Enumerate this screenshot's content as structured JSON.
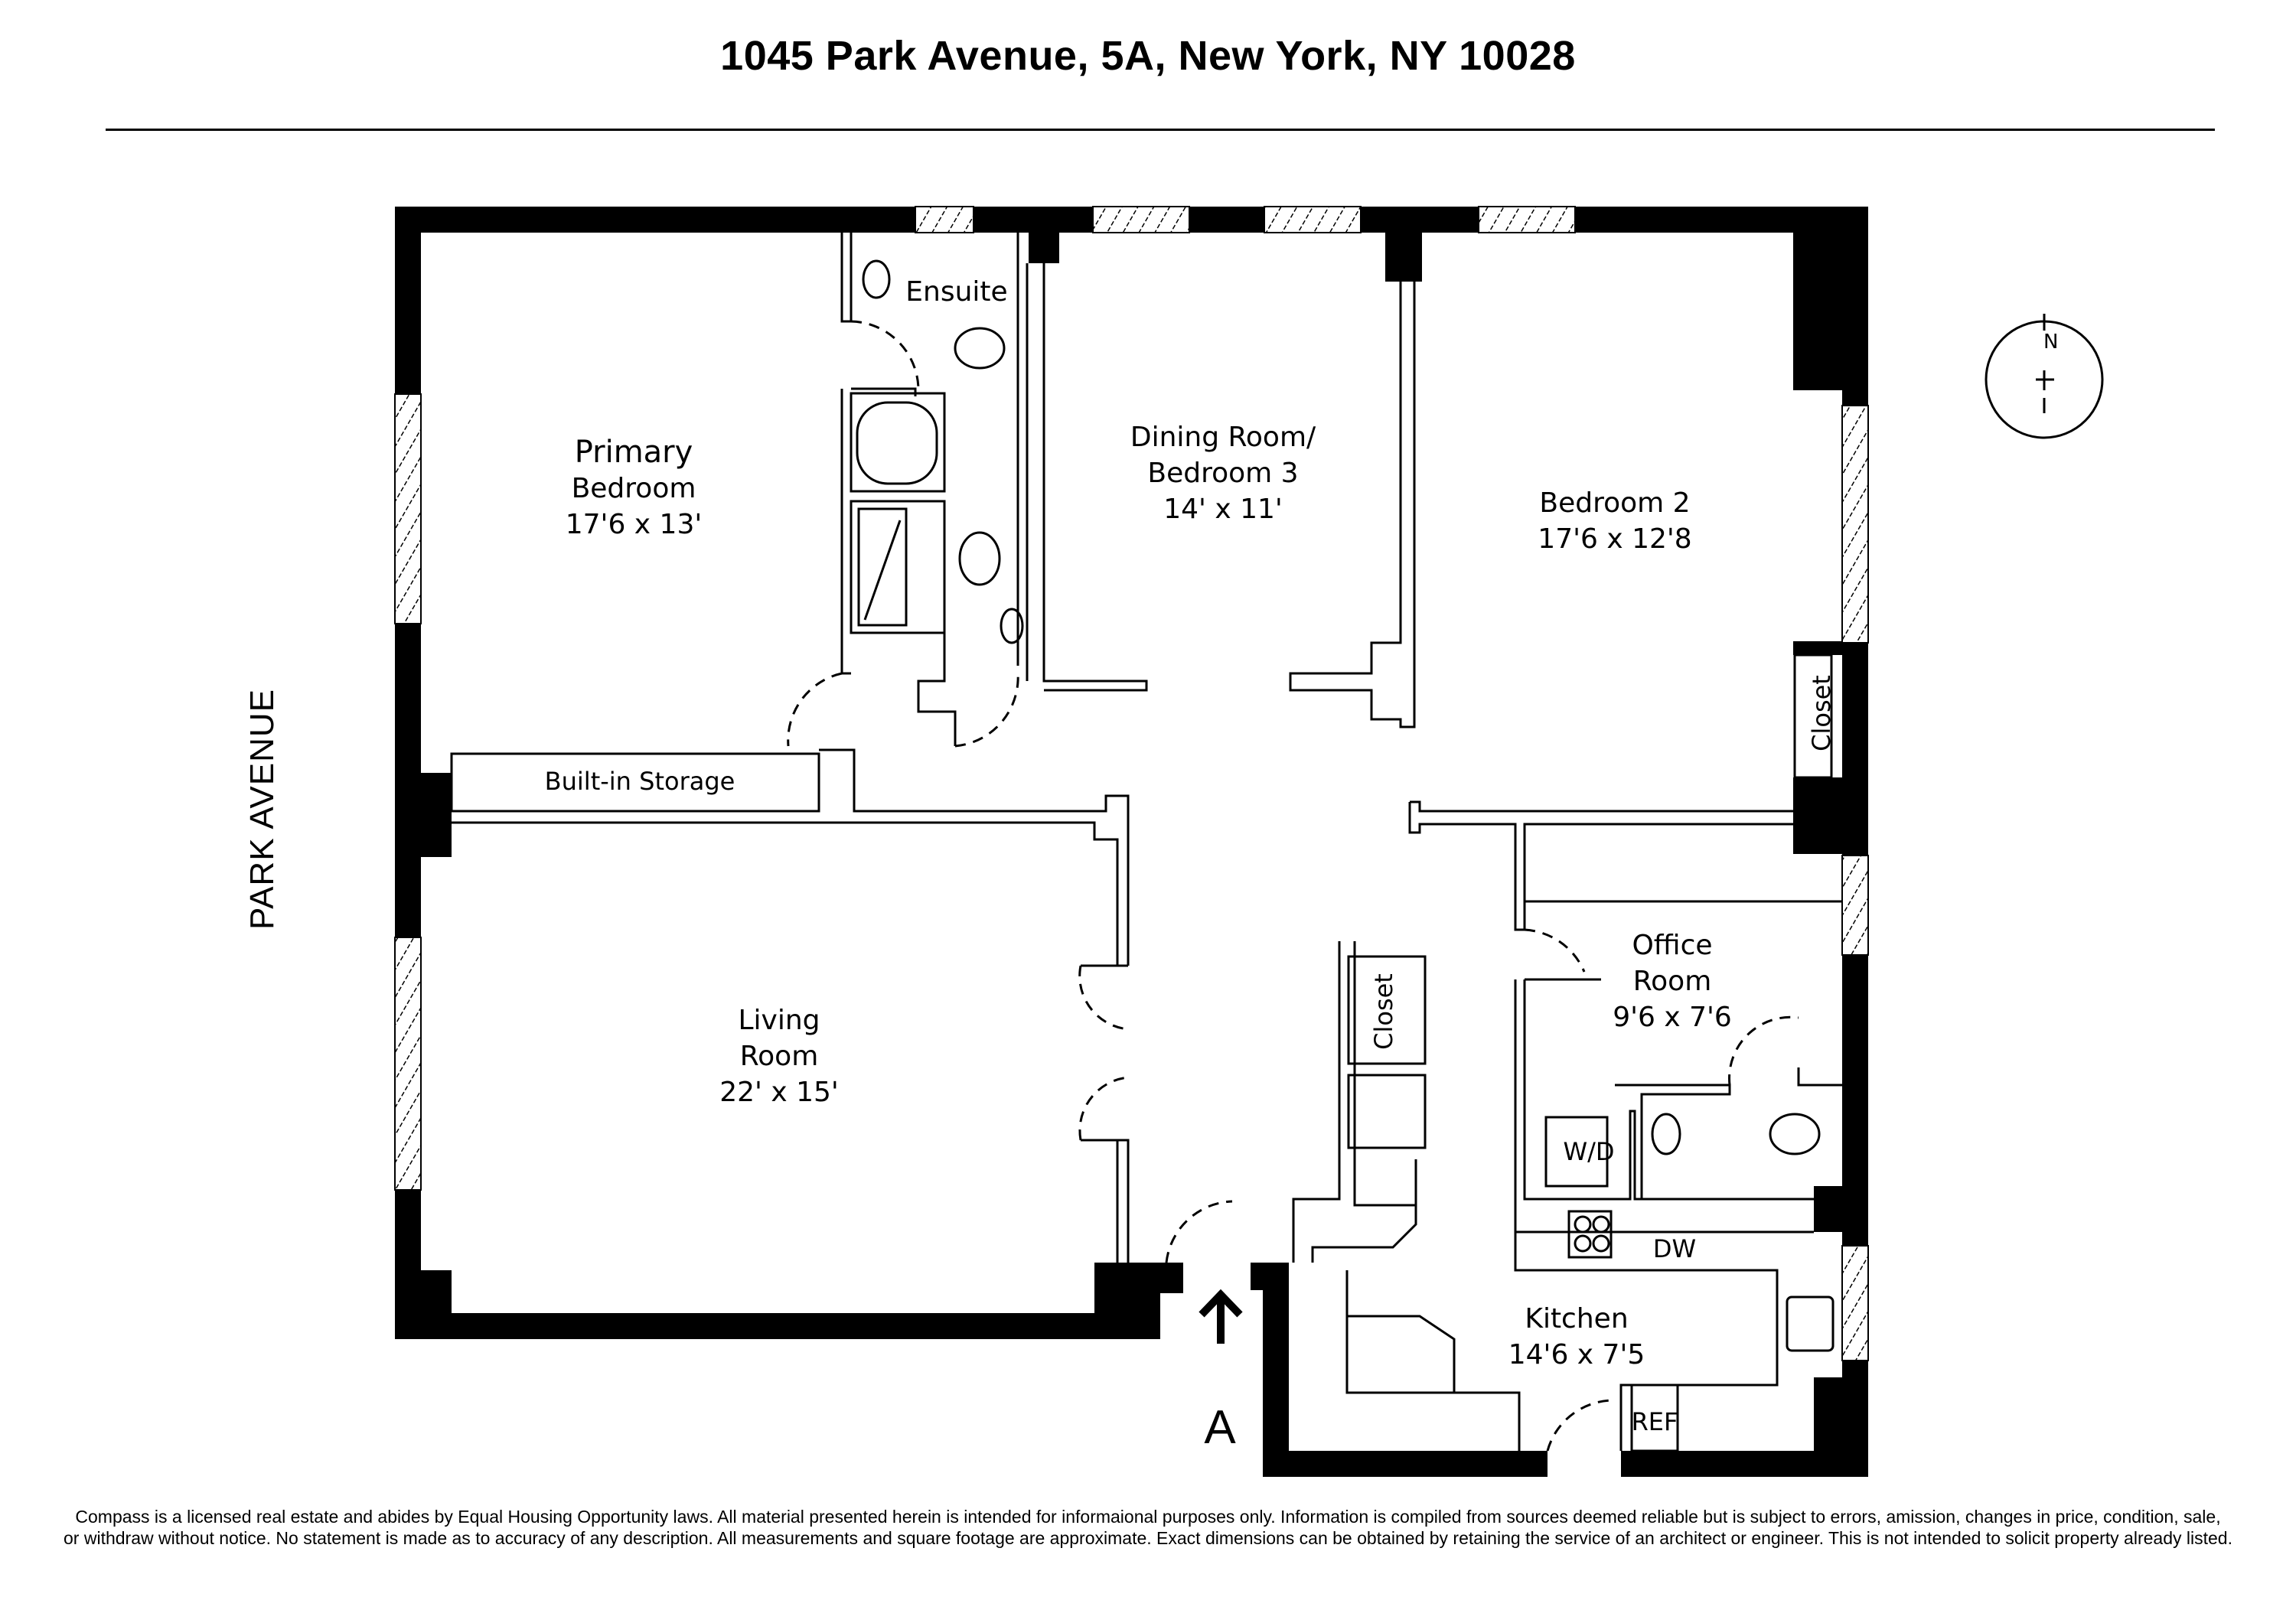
{
  "header": {
    "title": "1045 Park Avenue, 5A, New York, NY 10028"
  },
  "street_label": "PARK AVENUE",
  "entry": {
    "arrow_icon": "arrow-up-icon",
    "label": "A"
  },
  "compass": {
    "icon": "compass-north-icon",
    "label": "N"
  },
  "rooms": [
    {
      "id": "primary-bedroom",
      "name_line1": "Primary",
      "name_line2": "Bedroom",
      "dims": "17'6 x 13'"
    },
    {
      "id": "ensuite",
      "name_line1": "Ensuite"
    },
    {
      "id": "dining-room",
      "name_line1": "Dining Room/",
      "name_line2": "Bedroom 3",
      "dims": "14' x 11'"
    },
    {
      "id": "bedroom-2",
      "name_line1": "Bedroom 2",
      "dims": "17'6 x 12'8"
    },
    {
      "id": "built-in-storage",
      "name_line1": "Built-in Storage"
    },
    {
      "id": "living-room",
      "name_line1": "Living",
      "name_line2": "Room",
      "dims": "22' x 15'"
    },
    {
      "id": "office-room",
      "name_line1": "Office",
      "name_line2": "Room",
      "dims": "9'6 x 7'6"
    },
    {
      "id": "kitchen",
      "name_line1": "Kitchen",
      "dims": "14'6 x 7'5"
    }
  ],
  "closets": [
    "Closet",
    "Closet",
    "Closet"
  ],
  "fixtures": {
    "washer_dryer": "W/D",
    "dishwasher": "DW",
    "refrigerator": "REF"
  },
  "footer": {
    "line1": "Compass is a licensed real estate and abides by Equal Housing Opportunity laws. All material presented herein is intended for informaional purposes only. Information is compiled from sources deemed reliable but is subject to errors, amission, changes in price, condition, sale,",
    "line2": "or withdraw without notice. No statement is made as to accuracy of any description. All measurements and square footage are approximate. Exact dimensions can be obtained by retaining the service of an architect or engineer. This is not intended to solicit property already listed."
  },
  "colors": {
    "wall": "#000000",
    "background": "#ffffff"
  }
}
